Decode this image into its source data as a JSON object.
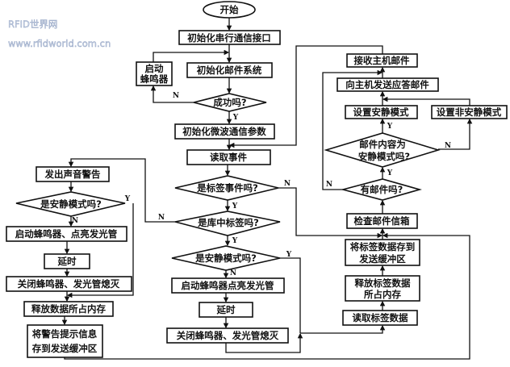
{
  "nodes": {
    "start": "开始",
    "init_serial": "初始化串行通信接口",
    "start_buzzer_1": [
      "启动",
      "蜂鸣器"
    ],
    "init_mail": "初始化邮件系统",
    "success": "成功吗?",
    "init_microwave": "初始化微波通信参数",
    "read_event": "读取事件",
    "is_tag_event": "是标签事件吗?",
    "is_db_tag": "是库中标签吗?",
    "is_quiet_center": "是安静模式吗?",
    "buzzer_led_center": "启动蜂鸣器点亮发光管",
    "delay_center": "延时",
    "close_center": "关闭蜂鸣器、发光管熄灭",
    "sound_alarm": "发出声音警告",
    "is_quiet_left": "是安静模式吗?",
    "buzzer_led_left": "启动蜂鸣器、点亮发光管",
    "delay_left": "延时",
    "close_left": "关闭蜂鸣器、发光管熄灭",
    "free_data": "释放数据所占内存",
    "save_alarm": [
      "将警告提示信息",
      "存到发送缓冲区"
    ],
    "recv_mail": "接收主机邮件",
    "send_reply": "向主机发送应答邮件",
    "set_quiet": "设置安静模式",
    "set_nonquiet": "设置非安静模式",
    "mail_is_quiet": [
      "邮件内容为",
      "安静模式吗?"
    ],
    "has_mail": "有邮件吗?",
    "check_mailbox": "检查邮件信箱",
    "save_tag": [
      "将标签数据存到",
      "发送缓冲区"
    ],
    "free_tag": [
      "释放标签数据",
      "所占内存"
    ],
    "read_tag": "读取标签数据"
  },
  "labels": {
    "yes": "Y",
    "no": "N"
  },
  "watermark": [
    "RFID世界网",
    "www.rfidworld.com.cn"
  ]
}
